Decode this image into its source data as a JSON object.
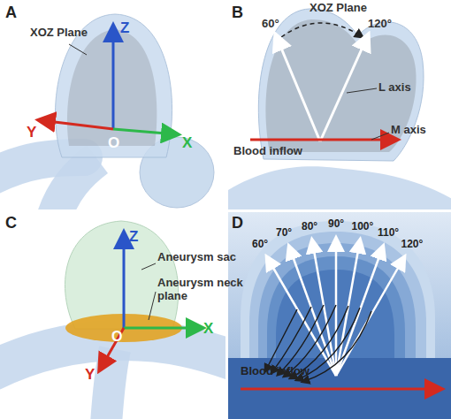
{
  "diagram": {
    "labels": [
      "A",
      "XOZ Plane",
      "Z",
      "Y",
      "O",
      "X",
      "B",
      "XOZ Plane",
      "60°",
      "120°",
      "L axis",
      "M axis",
      "Blood inflow",
      "C",
      "Z",
      "Aneurysm sac",
      "Aneurysm neck plane",
      "O",
      "X",
      "Y",
      "D",
      "60°",
      "70°",
      "80°",
      "90°",
      "100°",
      "110°",
      "120°",
      "Blood inflow"
    ]
  }
}
